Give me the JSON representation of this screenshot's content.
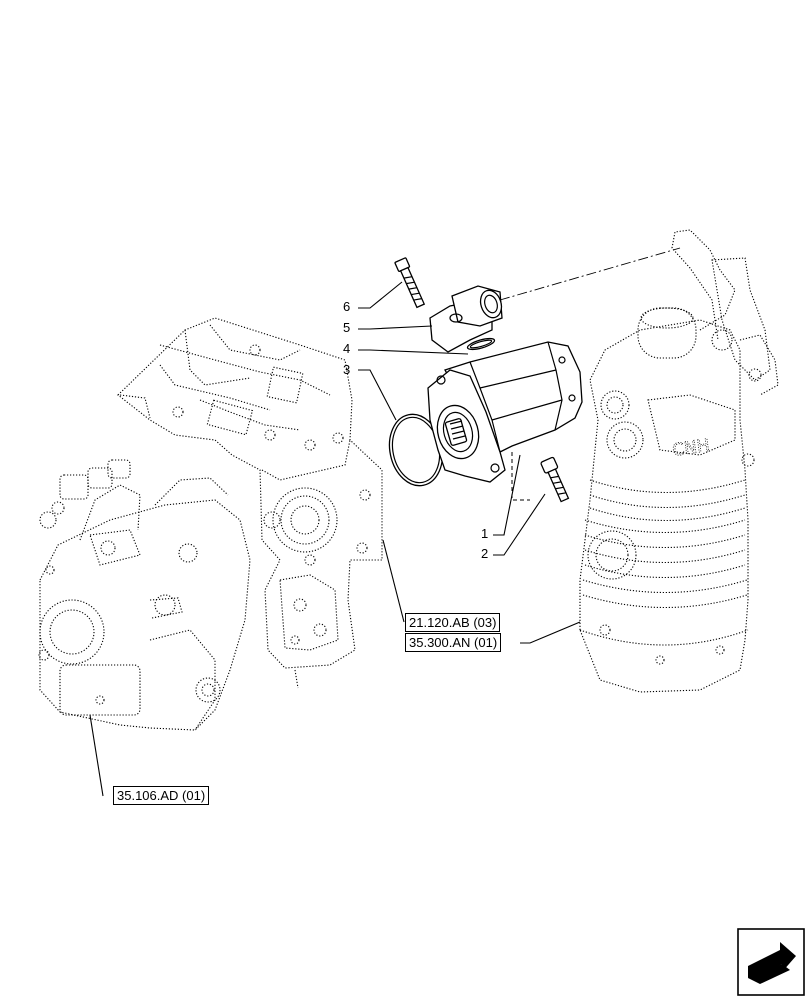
{
  "callouts": [
    {
      "id": "1",
      "label": "1"
    },
    {
      "id": "2",
      "label": "2"
    },
    {
      "id": "3",
      "label": "3"
    },
    {
      "id": "4",
      "label": "4"
    },
    {
      "id": "5",
      "label": "5"
    },
    {
      "id": "6",
      "label": "6"
    }
  ],
  "references": {
    "ref_21120": "21.120.AB (03)",
    "ref_35300": "35.300.AN (01)",
    "ref_35106": "35.106.AD (01)"
  },
  "logo_text": "CNH",
  "nav_icon": "next-page-arrow-icon"
}
